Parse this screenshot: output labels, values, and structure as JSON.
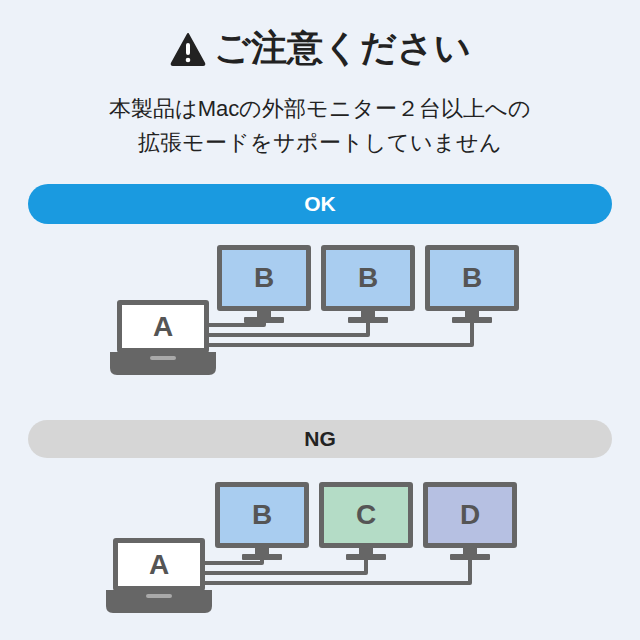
{
  "diagram": {
    "title": "ご注意ください",
    "nodes": [
      {
        "text": [
          "OK"
        ]
      },
      {
        "text": [
          "B"
        ]
      },
      {
        "text": [
          "B"
        ]
      },
      {
        "text": [
          "B"
        ]
      },
      {
        "text": [
          "A"
        ]
      },
      {
        "text": [
          "NG"
        ]
      },
      {
        "text": [
          "B"
        ]
      },
      {
        "text": [
          "C"
        ]
      },
      {
        "text": [
          "D"
        ]
      },
      {
        "text": [
          "A"
        ]
      }
    ],
    "edges": [
      {
        "from": 4,
        "to": 1,
        "arrow": "none"
      },
      {
        "from": 4,
        "to": 2,
        "arrow": "none"
      },
      {
        "from": 4,
        "to": 3,
        "arrow": "none"
      },
      {
        "from": 9,
        "to": 6,
        "arrow": "none"
      },
      {
        "from": 9,
        "to": 7,
        "arrow": "none"
      },
      {
        "from": 9,
        "to": 8,
        "arrow": "none"
      }
    ],
    "labels": [
      "本製品はMacの外部モニター２台以上への 拡張モードをサポートしていません"
    ]
  }
}
